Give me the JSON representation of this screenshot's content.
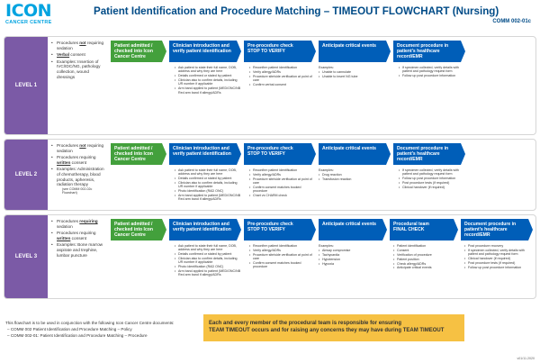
{
  "header": {
    "logo_main": "ICON",
    "logo_sub": "CANCER CENTRE",
    "title": "Patient Identification and Procedure Matching – TIMEOUT FLOWCHART (Nursing)",
    "doc_id": "COMM 002-01c"
  },
  "common_steps": {
    "admitted": "Patient admitted / checked into Icon Cancer Centre",
    "clinician": "Clinician introduction and verify patient identification",
    "preproc_1": "Pre-procedure check",
    "preproc_2": "STOP TO VERIFY",
    "anticipate": "Anticipate critical events",
    "document": "Document procedure in patient's healthcare record/EMR",
    "team_1": "Procedural team",
    "team_2": "FINAL CHECK"
  },
  "levels": [
    {
      "label": "LEVEL 1",
      "criteria": [
        {
          "pre": "Procedures ",
          "u": "not",
          "post": " requiring sedation"
        },
        {
          "pre": "",
          "u": "Verbal",
          "post": " consent"
        },
        {
          "pre": "Examples: Insertion of IVC/IDC/NG, pathology collection, wound dressings",
          "u": "",
          "post": ""
        }
      ],
      "clinician_items": [
        "Ask patient to state their full name, DOB, address and why they are here",
        "Details confirmed or stated by patient",
        "Clinician also to confirm details, including UR number if applicable",
        "Arm band applied to patient (MED/ONC/NB Red arm band if allergy/ADRs"
      ],
      "preproc_items": [
        "Reconfirm patient identification",
        "Verify allergy/ADRs",
        "Procedure site/side verification at point of care",
        "Confirm verbal consent"
      ],
      "anticipate_head": "Examples:",
      "anticipate_items": [
        "Unable to cannulate",
        "Unable to insert NG tube"
      ],
      "document_items": [
        "If specimen collected, verify details with patient and pathology request form",
        "Follow up post procedure information"
      ]
    },
    {
      "label": "LEVEL 2",
      "criteria": [
        {
          "pre": "Procedures ",
          "u": "not",
          "post": " requiring sedation"
        },
        {
          "pre": "Procedures requiring ",
          "u": "written",
          "post": " consent"
        },
        {
          "pre": "Examples: Administration of chemotherapy, blood products, apheresis, radiation therapy",
          "u": "",
          "post": "",
          "small": "(see COMM 002-02c Flowchart)"
        }
      ],
      "clinician_items": [
        "Ask patient to state their full name, DOB, address and why they are here",
        "Details confirmed or stated by patient",
        "Clinician also to confirm details, including UR number if applicable",
        "Photo identification (RAD ONC)",
        "Arm band applied to patient (MED/ONC/NB Red arm band if allergy/ADRs"
      ],
      "preproc_items": [
        "Reconfirm patient identification",
        "Verify allergy/ADRs",
        "Procedure site/side verification at point of care",
        "Confirm consent matches booked procedure",
        "Chart vs CHARM check"
      ],
      "anticipate_head": "Examples:",
      "anticipate_items": [
        "Drug reaction",
        "Transfusion reaction"
      ],
      "document_items": [
        "If specimen collected, verify details with patient and pathology request form",
        "Follow up post procedure information",
        "Post procedure tests (if required)",
        "Clinical handover (if required)"
      ]
    },
    {
      "label": "LEVEL 3",
      "criteria": [
        {
          "pre": "Procedures ",
          "u": "requiring",
          "post": " sedation"
        },
        {
          "pre": "Procedures requiring ",
          "u": "written",
          "post": " consent"
        },
        {
          "pre": "Examples: Bone marrow aspirate and trephine, lumbar puncture",
          "u": "",
          "post": ""
        }
      ],
      "clinician_items": [
        "Ask patient to state their full name, DOB, address and why they are here",
        "Details confirmed or stated by patient",
        "Clinician also to confirm details, including UR number if applicable",
        "Photo identification (RAD ONC)",
        "Arm band applied to patient (MED/ONC/NB Red arm band if allergy/ADRs"
      ],
      "preproc_items": [
        "Reconfirm patient identification",
        "Verify allergy/ADRs",
        "Procedure site/side verification at point of care",
        "Confirm consent matches booked procedure"
      ],
      "anticipate_head": "Examples:",
      "anticipate_items": [
        "Airway compromise",
        "Tachycardia",
        "Hypotension",
        "Hypoxia"
      ],
      "team_items": [
        "Patient identification",
        "Consent",
        "Verification of procedure",
        "Patient position",
        "Check allergy/ADRs",
        "Anticipate critical events"
      ],
      "document_items": [
        "Post procedure recovery",
        "If specimen collected, verify details with patient and pathology request form",
        "Clinical handover (if required)",
        "Post procedure tests (if required)",
        "Follow up post procedure information"
      ]
    }
  ],
  "footer": {
    "intro": "This flowchart is to be used in conjunction with the following Icon Cancer Centre documents:",
    "doc1": "– COMM 002 Patient Identification and Procedure Matching – Policy",
    "doc2": "– COMM 002-01: Patient Identification and Procedure Matching – Procedure",
    "banner_1": "Each and every member of the procedural team is responsible for ensuring",
    "banner_2": "TEAM TIMEOUT occurs and for raising any concerns they may have during TEAM TIMEOUT",
    "ref": "v01/11.2020"
  },
  "colors": {
    "brand": "#00a3e0",
    "title": "#004b87",
    "level_label": "#7b5aa6",
    "step_green": "#43a03c",
    "step_blue": "#005eb8",
    "banner": "#f6c143"
  }
}
